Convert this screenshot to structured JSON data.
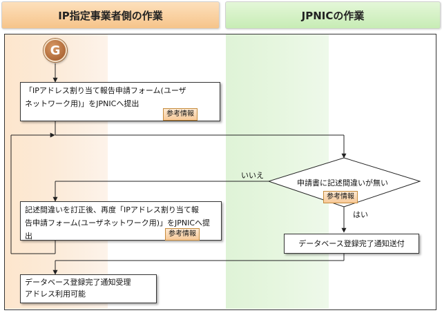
{
  "headers": {
    "left": "IP指定事業者側の作業",
    "right": "JPNICの作業"
  },
  "start_marker": "G",
  "boxes": {
    "submit_line1": "「IPアドレス割り当て報告申請フォーム(ユーザ",
    "submit_line2": "ネットワーク用)」をJPNICへ提出",
    "check": "申請書に記述間違いが無い",
    "correct_line1": "記述間違いを訂正後、再度「IPアドレス割り当て報",
    "correct_line2": "告申請フォーム(ユーザネットワーク用)」をJPNICへ提出",
    "notify": "データベース登録完了通知送付",
    "receive_line1": "データベース登録完了通知受理",
    "receive_line2": "アドレス利用可能"
  },
  "reference_button": "参考情報",
  "branch_labels": {
    "no": "いいえ",
    "yes": "はい"
  }
}
